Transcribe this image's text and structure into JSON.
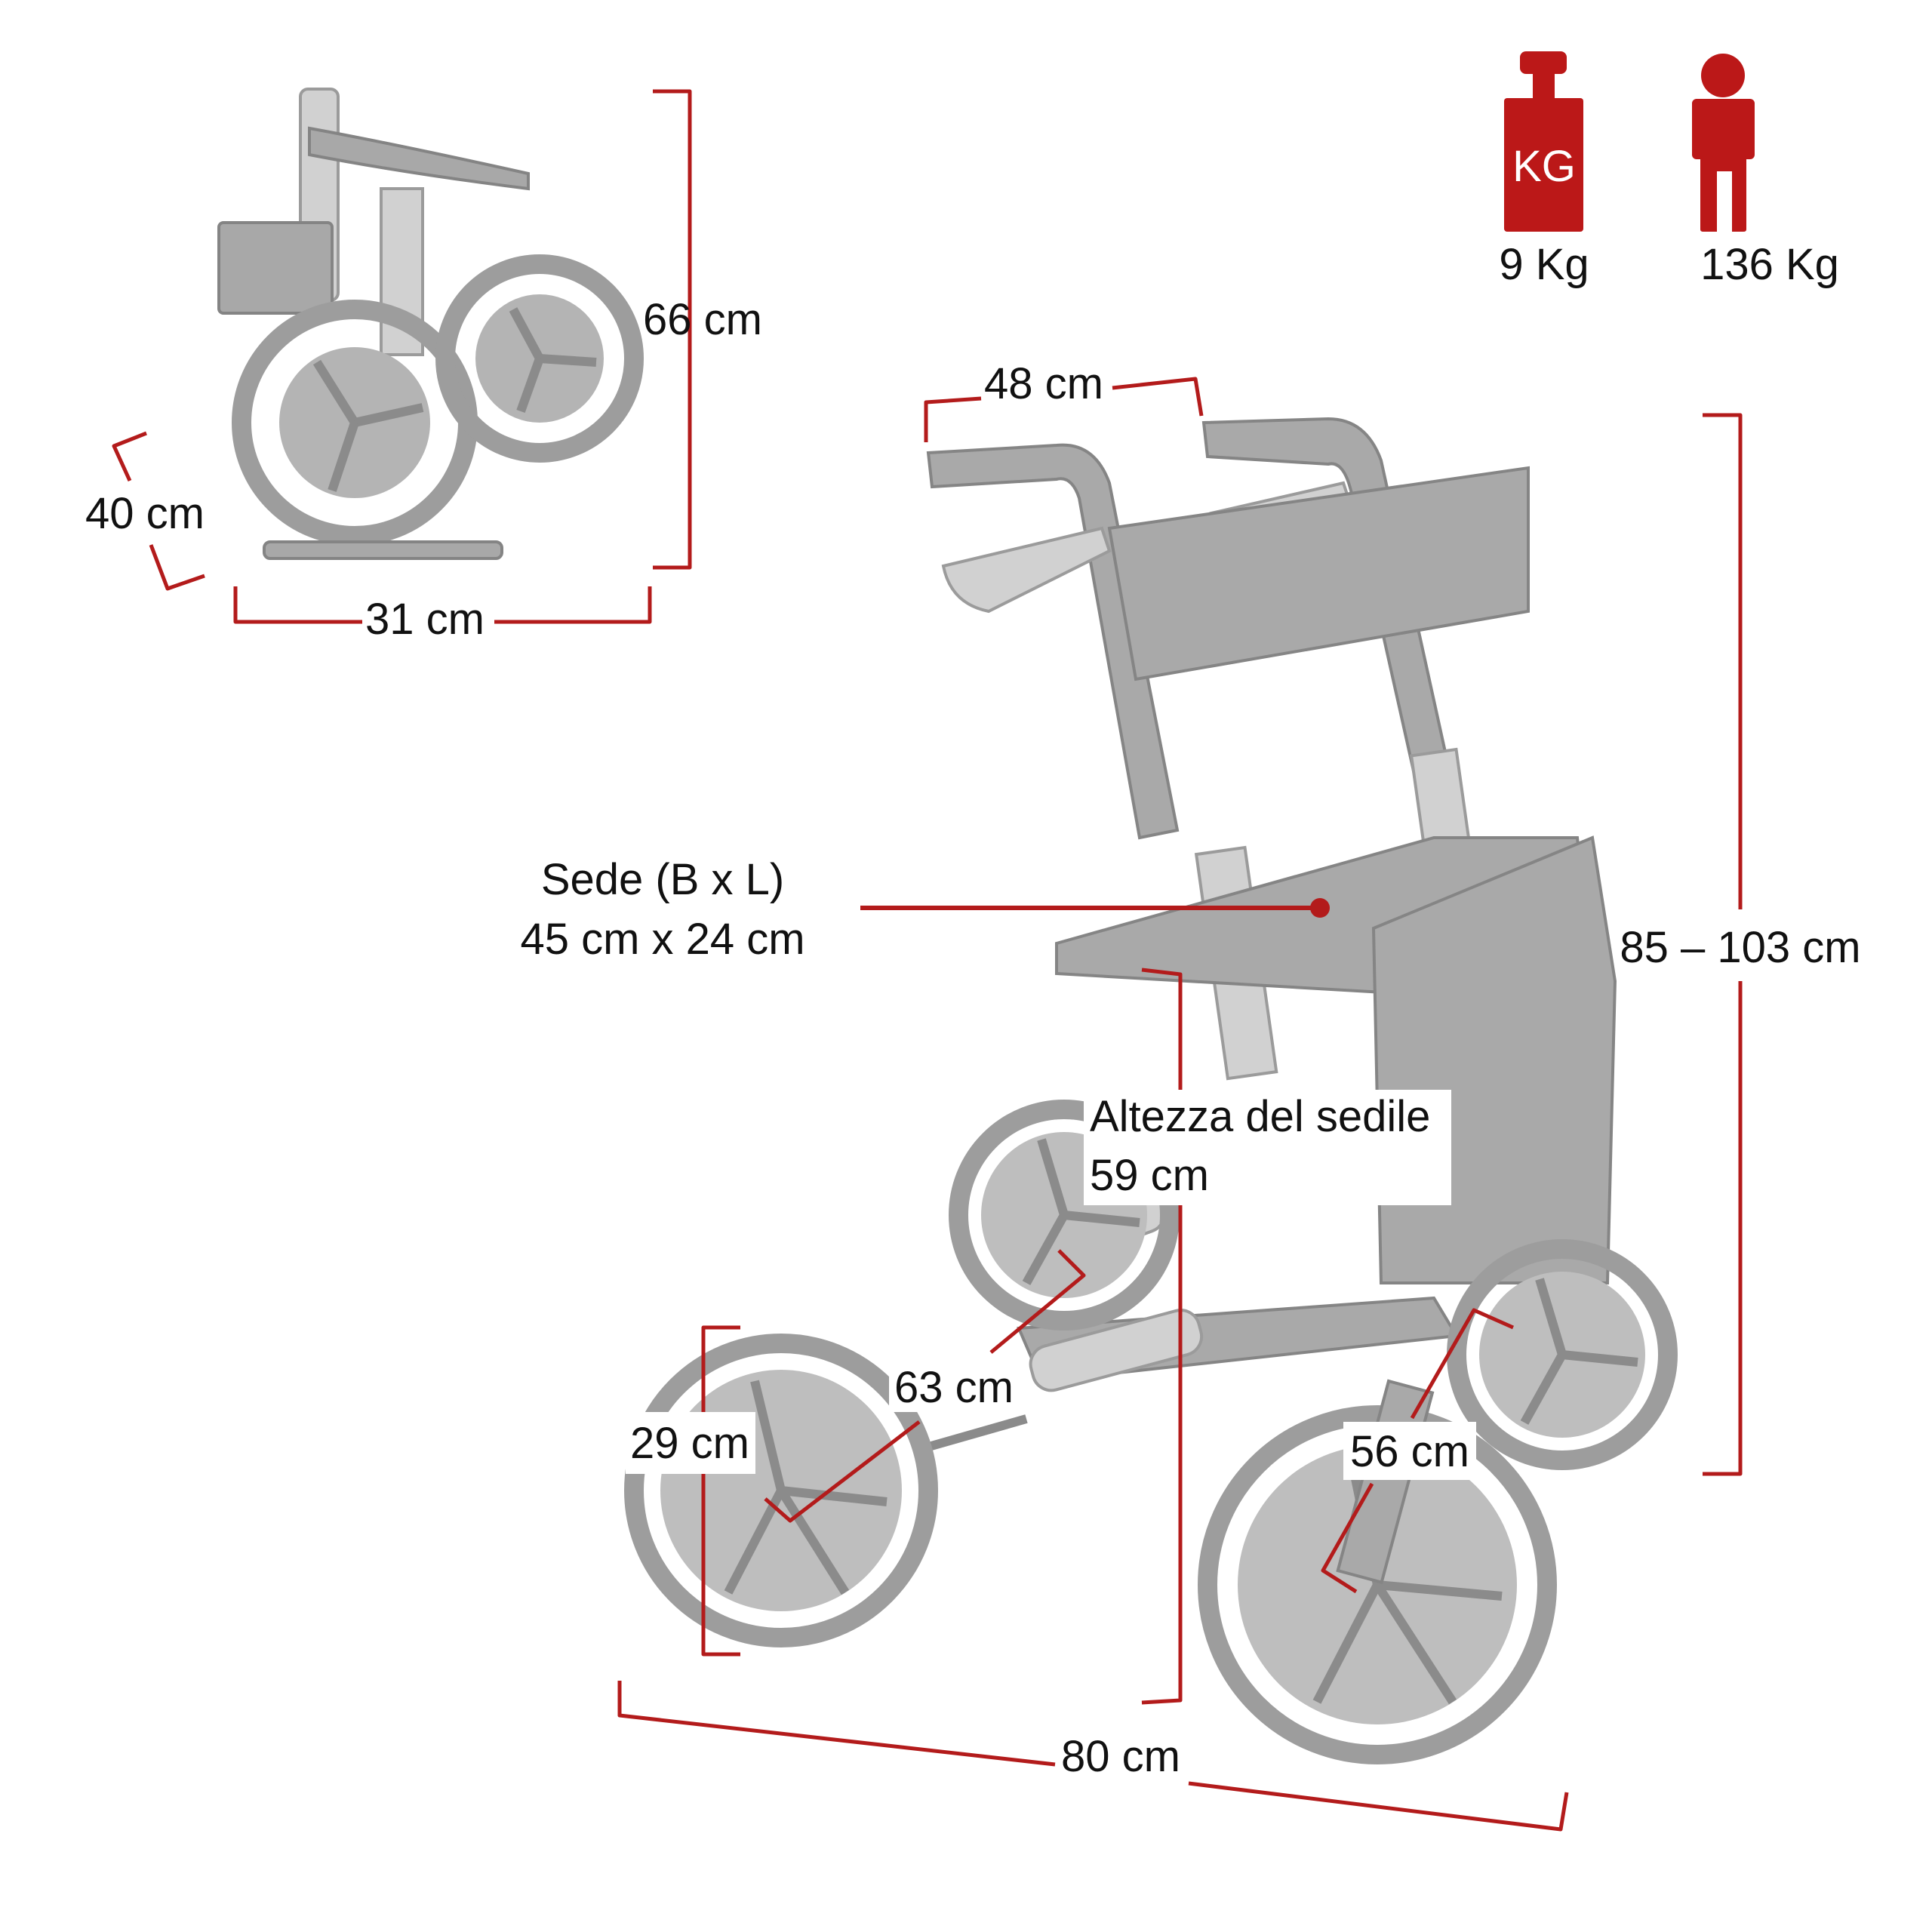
{
  "icons": {
    "weight": {
      "icon": "weight-kg-icon",
      "text": "KG",
      "label": "9 Kg"
    },
    "max_load": {
      "icon": "person-icon",
      "label": "136 Kg"
    }
  },
  "folded": {
    "height": "66 cm",
    "width": "31 cm",
    "depth": "40 cm"
  },
  "dimensions": {
    "handle_width": "48 cm",
    "handle_height": "85 – 103 cm",
    "seat_title": "Sede (B x L)",
    "seat_size": "45 cm x 24 cm",
    "seat_height_title": "Altezza del sedile",
    "seat_height": "59 cm",
    "wheel_diameter": "29 cm",
    "width_front": "63 cm",
    "width_inner": "56 cm",
    "length": "80 cm"
  },
  "colors": {
    "accent": "#b31b1b",
    "icon": "#bb1818"
  }
}
